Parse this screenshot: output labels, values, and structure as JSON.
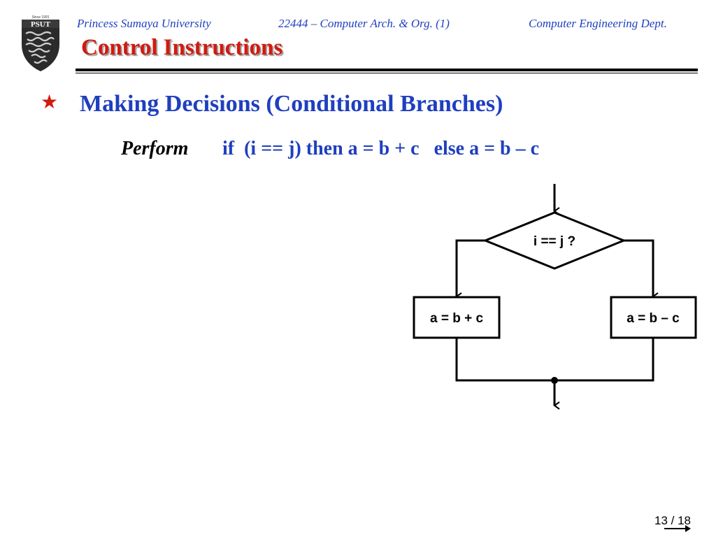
{
  "header": {
    "university": "Princess Sumaya University",
    "course": "22444 – Computer Arch. & Org. (1)",
    "department": "Computer Engineering Dept.",
    "logo": {
      "icon": "psut-shield-logo",
      "text": "PSUT",
      "since": "Since 1991"
    }
  },
  "slide": {
    "title": "Control Instructions",
    "bullet_icon": "star-icon",
    "bullet": "Making Decisions (Conditional Branches)",
    "perform_label": "Perform",
    "code": "if  (i == j) then a = b + c   else a = b – c"
  },
  "flowchart": {
    "decision": "i == j ?",
    "true_branch": "a = b + c",
    "false_branch": "a = b – c"
  },
  "footer": {
    "page": "13 / 18"
  },
  "colors": {
    "header_blue": "#1f3fbf",
    "title_red": "#d11a10",
    "bullet_star": "#d11a10"
  }
}
